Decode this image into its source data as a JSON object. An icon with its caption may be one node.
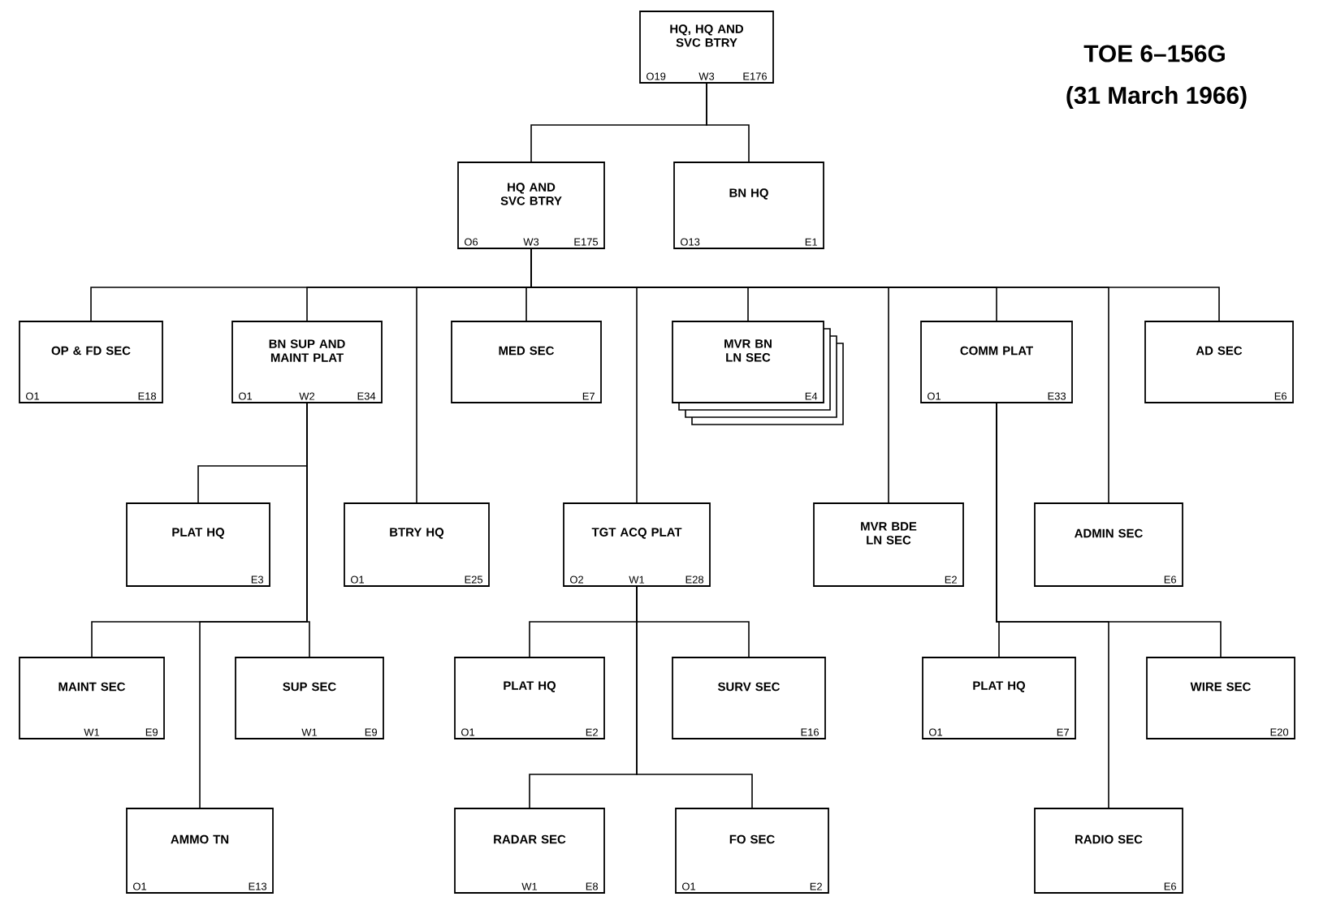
{
  "diagram": {
    "nodes": [
      {
        "text": [
          "HQ, HQ AND SVC BTRY",
          "O19",
          "W3",
          "E176"
        ]
      },
      {
        "text": [
          "HQ AND SVC BTRY",
          "O6",
          "W3",
          "E175"
        ]
      },
      {
        "text": [
          "BN HQ",
          "O13",
          "E1"
        ]
      },
      {
        "text": [
          "OP & FD SEC",
          "O1",
          "E18"
        ]
      },
      {
        "text": [
          "BN SUP AND MAINT PLAT",
          "O1",
          "W2",
          "E34"
        ]
      },
      {
        "text": [
          "MED SEC",
          "E7"
        ]
      },
      {
        "text": [
          "MVR BN LN SEC",
          "E4"
        ]
      },
      {
        "text": [
          "COMM PLAT",
          "O1",
          "E33"
        ]
      },
      {
        "text": [
          "AD SEC",
          "E6"
        ]
      },
      {
        "text": [
          "PLAT HQ",
          "E3"
        ]
      },
      {
        "text": [
          "BTRY HQ",
          "O1",
          "E25"
        ]
      },
      {
        "text": [
          "TGT ACQ PLAT",
          "O2",
          "W1",
          "E28"
        ]
      },
      {
        "text": [
          "MVR BDE LN SEC",
          "E2"
        ]
      },
      {
        "text": [
          "ADMIN SEC",
          "E6"
        ]
      },
      {
        "text": [
          "MAINT SEC",
          "W1",
          "E9"
        ]
      },
      {
        "text": [
          "SUP SEC",
          "W1",
          "E9"
        ]
      },
      {
        "text": [
          "PLAT HQ",
          "O1",
          "E2"
        ]
      },
      {
        "text": [
          "SURV SEC",
          "E16"
        ]
      },
      {
        "text": [
          "PLAT HQ",
          "O1",
          "E7"
        ]
      },
      {
        "text": [
          "WIRE SEC",
          "E20"
        ]
      },
      {
        "text": [
          "AMMO TN",
          "O1",
          "E13"
        ]
      },
      {
        "text": [
          "RADAR SEC",
          "W1",
          "E8"
        ]
      },
      {
        "text": [
          "FO SEC",
          "O1",
          "E2"
        ]
      },
      {
        "text": [
          "RADIO SEC",
          "E6"
        ]
      }
    ],
    "edges": [
      {
        "from": 0,
        "to": 1,
        "arrow": "none"
      },
      {
        "from": 0,
        "to": 2,
        "arrow": "none"
      },
      {
        "from": 1,
        "to": 3,
        "arrow": "none"
      },
      {
        "from": 1,
        "to": 4,
        "arrow": "none"
      },
      {
        "from": 1,
        "to": 5,
        "arrow": "none"
      },
      {
        "from": 1,
        "to": 6,
        "arrow": "none"
      },
      {
        "from": 1,
        "to": 7,
        "arrow": "none"
      },
      {
        "from": 1,
        "to": 8,
        "arrow": "none"
      },
      {
        "from": 1,
        "to": 10,
        "arrow": "none"
      },
      {
        "from": 1,
        "to": 11,
        "arrow": "none"
      },
      {
        "from": 1,
        "to": 12,
        "arrow": "none"
      },
      {
        "from": 1,
        "to": 13,
        "arrow": "none"
      },
      {
        "from": 4,
        "to": 9,
        "arrow": "none"
      },
      {
        "from": 4,
        "to": 14,
        "arrow": "none"
      },
      {
        "from": 4,
        "to": 15,
        "arrow": "none"
      },
      {
        "from": 4,
        "to": 20,
        "arrow": "none"
      },
      {
        "from": 11,
        "to": 16,
        "arrow": "none"
      },
      {
        "from": 11,
        "to": 17,
        "arrow": "none"
      },
      {
        "from": 11,
        "to": 21,
        "arrow": "none"
      },
      {
        "from": 11,
        "to": 22,
        "arrow": "none"
      },
      {
        "from": 7,
        "to": 18,
        "arrow": "none"
      },
      {
        "from": 7,
        "to": 19,
        "arrow": "none"
      },
      {
        "from": 7,
        "to": 23,
        "arrow": "none"
      }
    ],
    "labels": [
      "TOE 6–156G",
      "(31 March 1966)"
    ]
  }
}
